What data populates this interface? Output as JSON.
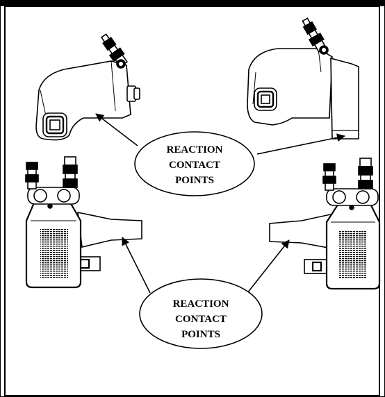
{
  "callouts": [
    {
      "line1": "REACTION",
      "line2": "CONTACT",
      "line3": "POINTS"
    },
    {
      "line1": "REACTION",
      "line2": "CONTACT",
      "line3": "POINTS"
    }
  ],
  "colors": {
    "ink": "#000000",
    "paper": "#ffffff"
  },
  "tools": [
    "low-profile-wrench-top-left",
    "low-profile-wrench-top-right",
    "square-drive-wrench-bottom-left",
    "square-drive-wrench-bottom-right"
  ]
}
